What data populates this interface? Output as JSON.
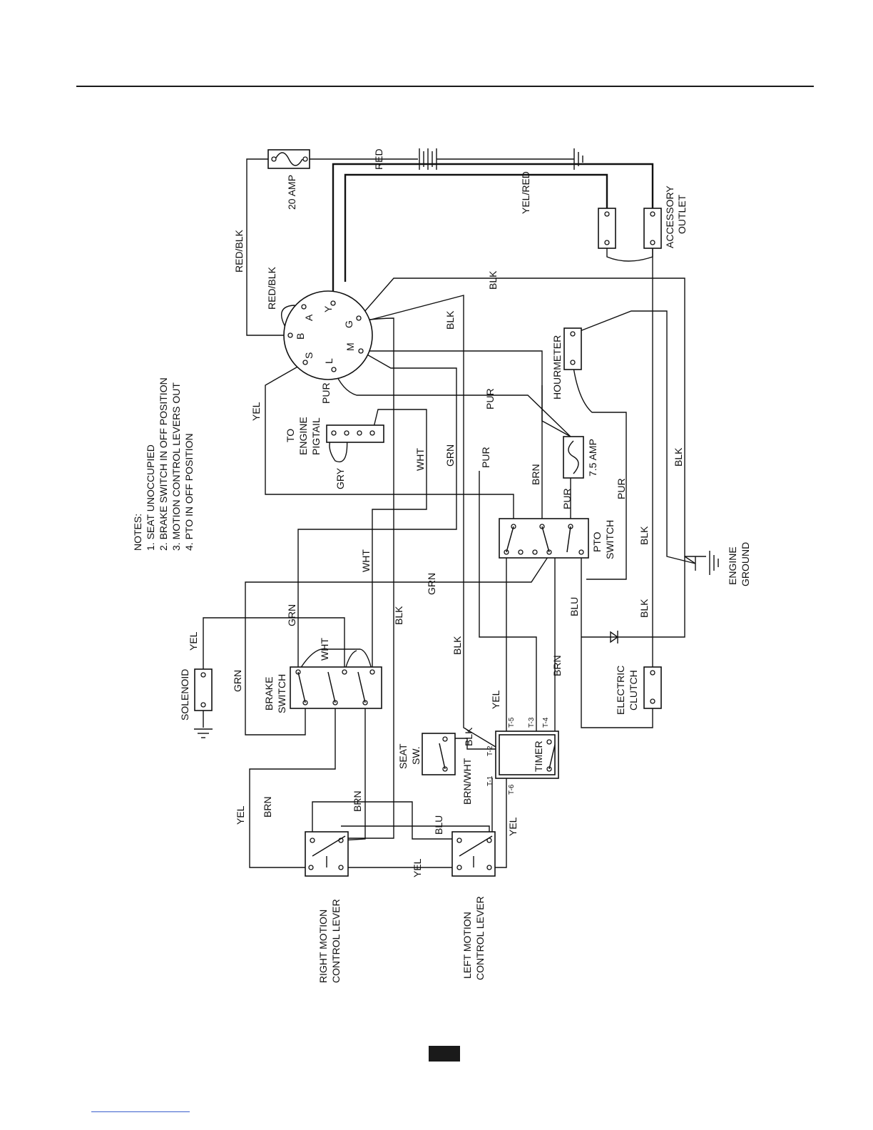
{
  "notes": {
    "heading": "NOTES:",
    "items": [
      "1.  SEAT UNOCCUPIED",
      "2.  BRAKE SWITCH IN OFF POSITION",
      "3.  MOTION CONTROL LEVERS OUT",
      "4.  PTO IN OFF POSITION"
    ]
  },
  "components": {
    "fuse_20": "20 AMP",
    "fuse_75": "7.5 AMP",
    "accessory_outlet": [
      "ACCESSORY",
      "OUTLET"
    ],
    "hourmeter": "HOURMETER",
    "engine_pigtail": [
      "TO",
      "ENGINE",
      "PIGTAIL"
    ],
    "pto_switch": [
      "PTO",
      "SWITCH"
    ],
    "engine_ground": [
      "ENGINE",
      "GROUND"
    ],
    "electric_clutch": [
      "ELECTRIC",
      "CLUTCH"
    ],
    "brake_switch": [
      "BRAKE",
      "SWITCH"
    ],
    "solenoid": "SOLENOID",
    "seat_switch": [
      "SEAT",
      "SW."
    ],
    "timer": "TIMER",
    "right_lever": [
      "RIGHT MOTION",
      "CONTROL LEVER"
    ],
    "left_lever": [
      "LEFT MOTION",
      "CONTROL LEVER"
    ]
  },
  "ignition_terminals": [
    "S",
    "B",
    "A",
    "Y",
    "G",
    "M",
    "L"
  ],
  "timer_terminals": [
    "T-5",
    "T-3",
    "T-4",
    "T-2",
    "T-1",
    "T-6"
  ],
  "wire_labels": {
    "red": "RED",
    "red_blk_1": "RED/BLK",
    "red_blk_2": "RED/BLK",
    "yel_red": "YEL/RED",
    "blk_1": "BLK",
    "blk_2": "BLK",
    "blk_3": "BLK",
    "blk_4": "BLK",
    "blk_5": "BLK",
    "blk_6": "BLK",
    "blk_7": "BLK",
    "blk_8": "BLK",
    "yel_1": "YEL",
    "yel_2": "YEL",
    "yel_3": "YEL",
    "yel_4": "YEL",
    "yel_5": "YEL",
    "pur_1": "PUR",
    "pur_2": "PUR",
    "pur_3": "PUR",
    "pur_4": "PUR",
    "pur_5": "PUR",
    "gry": "GRY",
    "wht_1": "WHT",
    "wht_2": "WHT",
    "wht_3": "WHT",
    "grn_1": "GRN",
    "grn_2": "GRN",
    "grn_3": "GRN",
    "grn_4": "GRN",
    "brn_1": "BRN",
    "brn_2": "BRN",
    "brn_3": "BRN",
    "brn_4": "BRN",
    "blu_1": "BLU",
    "blu_2": "BLU",
    "brn_wht": "BRN/WHT"
  }
}
